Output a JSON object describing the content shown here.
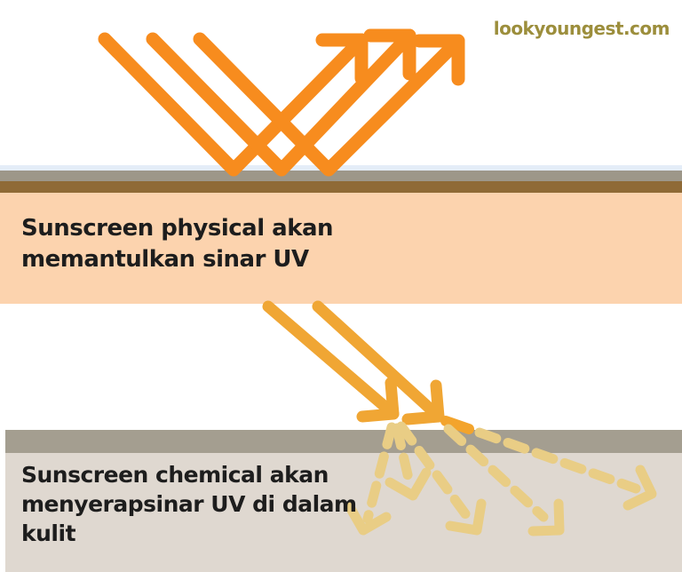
{
  "watermark": {
    "text": "lookyoungest.com"
  },
  "physical_section": {
    "lines": [
      "Sunscreen physical akan",
      "memantulkan sinar UV"
    ]
  },
  "chemical_section": {
    "lines": [
      "Sunscreen chemical akan",
      "menyerapsinar UV di dalam",
      "kulit"
    ]
  },
  "colors": {
    "uv_orange": "#f78c1e",
    "uv_amber": "#f0a634",
    "uv_amber_bright": "#f3a42c",
    "uv_pale_gold": "#e9cd85",
    "film_strip": "#e4edf8",
    "gray_bar_top": "#9d9789",
    "brown_bar": "#8f6a36",
    "peach_band": "#fcd3ae",
    "gray_bar_bottom": "#a49e90",
    "skin_beige": "#dfd8d0",
    "watermark_text": "#9c8e3c",
    "label_text": "#1d1d1d"
  }
}
